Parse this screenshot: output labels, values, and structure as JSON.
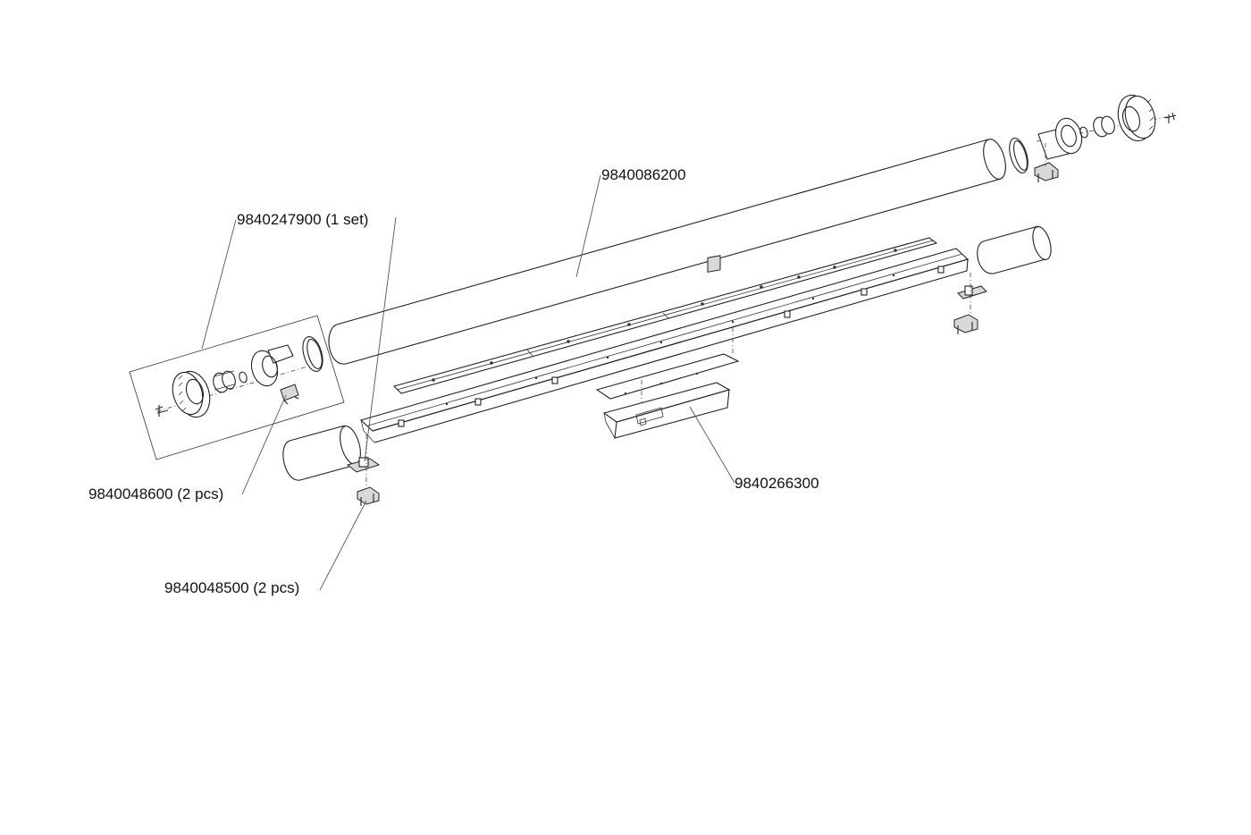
{
  "labels": {
    "tube_main": "9840086200",
    "end_set": "9840247900 (1 set)",
    "bracket_upper": "9840048600 (2 pcs)",
    "bracket_lower": "9840048500 (2 pcs)",
    "ballast_box": "9840266300"
  }
}
